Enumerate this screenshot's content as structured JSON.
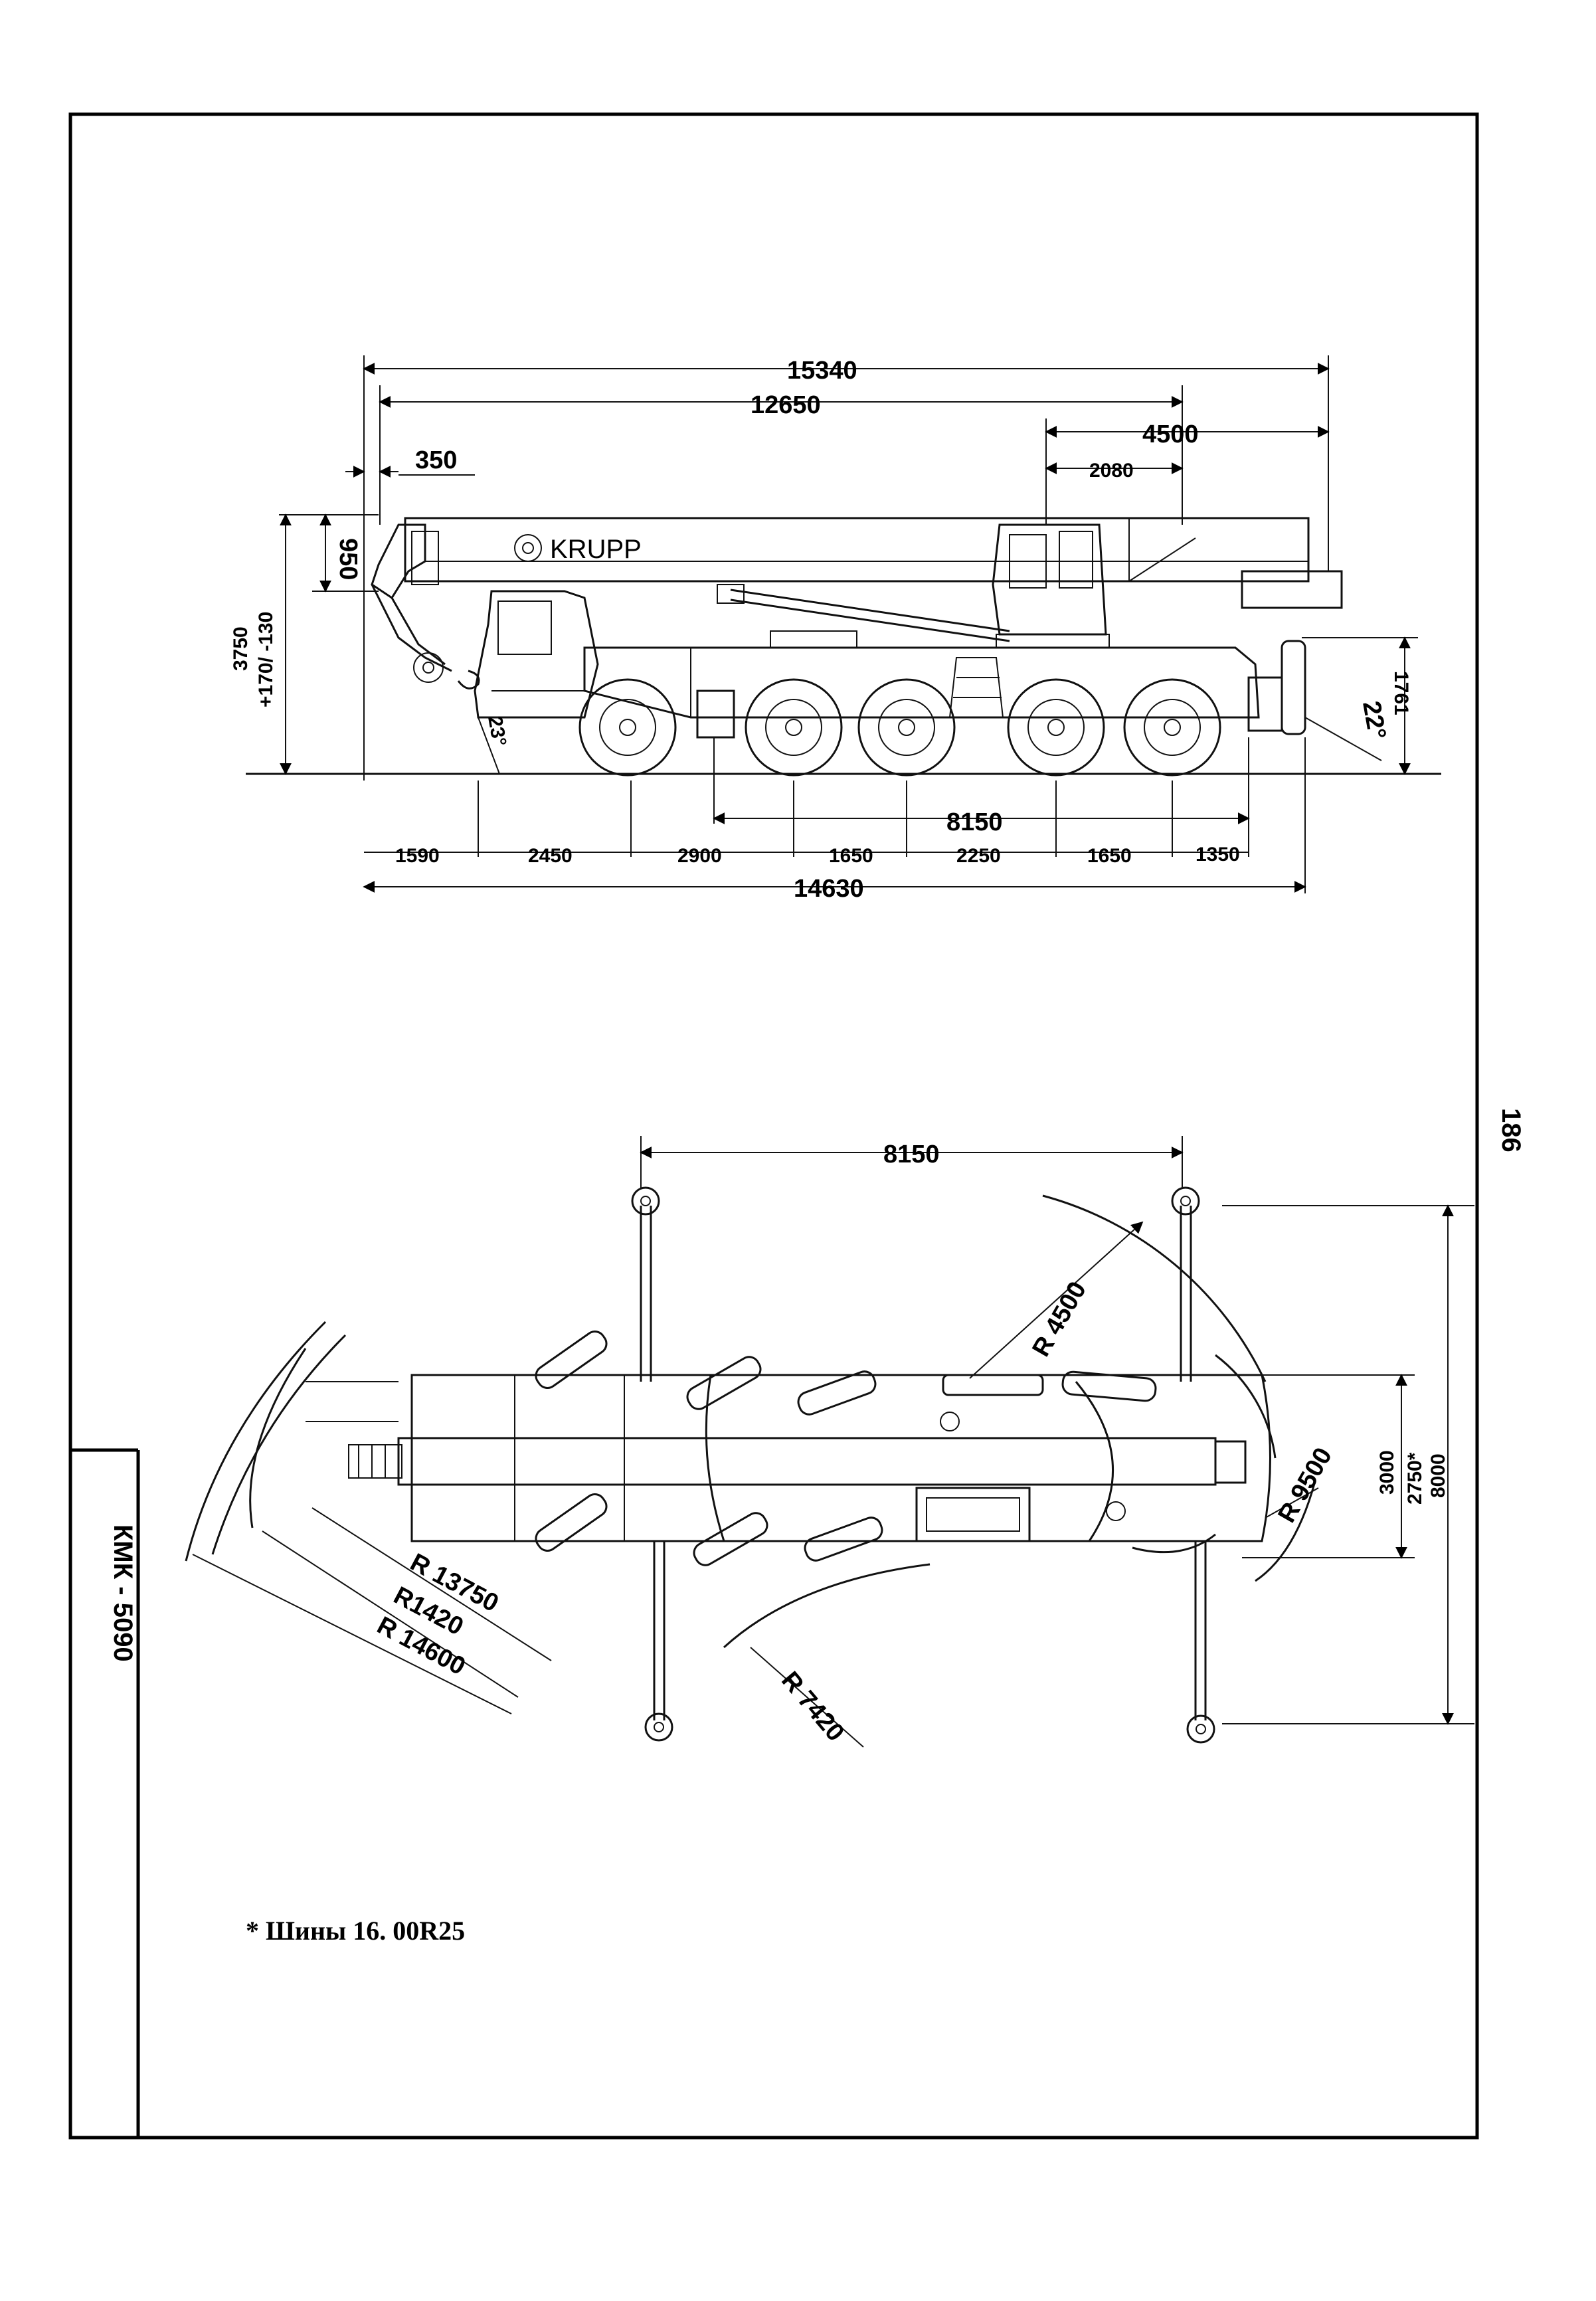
{
  "page": {
    "number": "186",
    "model_label": "КМК - 5090"
  },
  "side_view": {
    "brand_logo_text": "KRUPP",
    "dims": {
      "overall_length": "15340",
      "boom_length": "12650",
      "rear_overhang": "4500",
      "rear_to_cab": "2080",
      "hook_offset": "350",
      "head_height": "950",
      "total_height": "3750",
      "height_tolerance": "+170/ -130",
      "approach_angle": "23°",
      "departure_angle": "22°",
      "rear_height": "1761",
      "outrigger_span": "8150",
      "front_overhang": "1590",
      "axle_1_2": "2450",
      "axle_2_3": "2900",
      "axle_3_4": "1650",
      "axle_4_5": "2250",
      "axle_5_6": "1650",
      "rear_section": "1350",
      "chassis_length": "14630"
    }
  },
  "plan_view": {
    "dims": {
      "outrigger_span": "8150",
      "r_4500": "R 4500",
      "r_9500": "R 9500",
      "r_13750": "R 13750",
      "r_1420": "R1420",
      "r_14600": "R 14600",
      "r_7420": "R 7420",
      "width_3000": "3000",
      "width_2750": "2750*",
      "width_8000": "8000"
    }
  },
  "footnote": "* Шины 16. 00R25"
}
